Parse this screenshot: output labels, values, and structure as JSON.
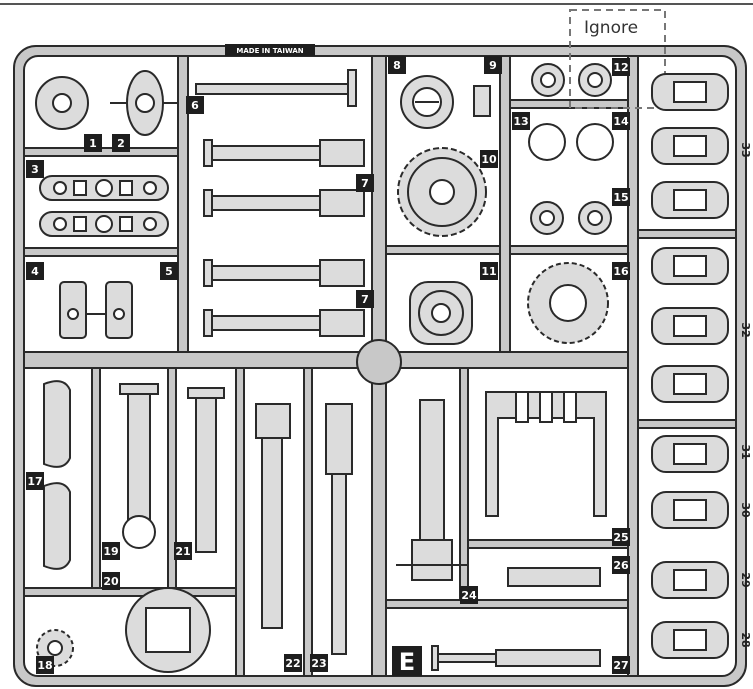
{
  "sprue_letter": "E",
  "made_in": "MADE IN TAIWAN",
  "ignore_label": "Ignore",
  "colors": {
    "frame": "#c8c8c8",
    "outline": "#2a2a2a",
    "part": "#dcdcdc",
    "label_bg": "#1e1e1e"
  },
  "part_numbers": [
    "1",
    "2",
    "3",
    "4",
    "5",
    "6",
    "7",
    "7",
    "8",
    "9",
    "10",
    "11",
    "12",
    "13",
    "14",
    "15",
    "16",
    "17",
    "18",
    "19",
    "20",
    "21",
    "22",
    "23",
    "24",
    "25",
    "26",
    "27"
  ],
  "side_numbers": [
    "33",
    "32",
    "31",
    "30",
    "29",
    "28"
  ]
}
